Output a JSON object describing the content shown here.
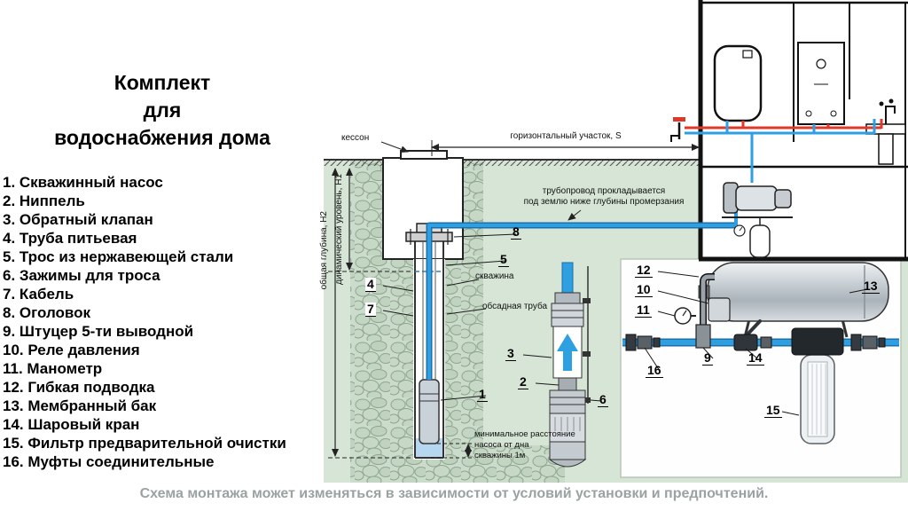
{
  "title": {
    "lines": [
      "Комплект",
      "для",
      "водоснабжения дома"
    ]
  },
  "legend": {
    "items": [
      "1. Скважинный насос",
      "2. Ниппель",
      "3. Обратный клапан",
      "4. Труба питьевая",
      "5. Трос из нержавеющей стали",
      "6. Зажимы для троса",
      "7. Кабель",
      "8. Оголовок",
      "9. Штуцер 5-ти выводной",
      "10. Реле давления",
      "11. Манометр",
      "12. Гибкая подводка",
      "13. Мембранный бак",
      "14. Шаровый кран",
      "15. Фильтр предварительной очистки",
      "16. Муфты соединительные"
    ]
  },
  "diagram": {
    "labels": {
      "caisson": "кессон",
      "horizontal_section": "горизонтальный участок, S",
      "pipeline_note_1": "трубопровод прокладывается",
      "pipeline_note_2": "под землю ниже глубины промерзания",
      "total_depth": "общая глубина, Н2",
      "dynamic_level": "динамический уровень, Н1",
      "well": "скважина",
      "casing": "обсадная труба",
      "min_distance_1": "минимальное расстояние",
      "min_distance_2": "насоса от дна",
      "min_distance_3": "скважины 1м"
    },
    "callouts": {
      "c1": "1",
      "c2": "2",
      "c3": "3",
      "c4": "4",
      "c5": "5",
      "c6": "6",
      "c7": "7",
      "c8": "8",
      "c9": "9",
      "c10": "10",
      "c11": "11",
      "c12": "12",
      "c13": "13",
      "c14": "14",
      "c15": "15",
      "c16": "16"
    }
  },
  "footer": {
    "note": "Схема монтажа может изменяться в зависимости от условий установки и предпочтений."
  },
  "colors": {
    "cold_pipe": "#2e9fe0",
    "hot_pipe": "#e0392b",
    "ground": "#d6e5d6"
  }
}
